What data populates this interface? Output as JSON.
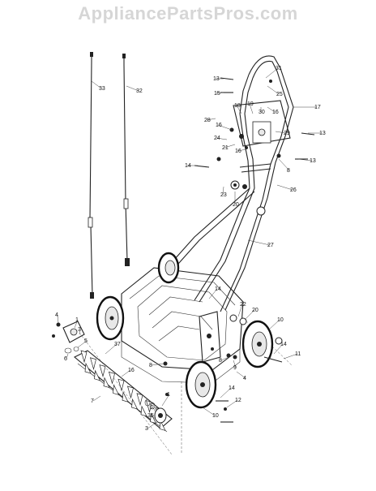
{
  "watermark": "AppliancePartsPros.com",
  "callouts": [
    {
      "id": "c33",
      "text": "33"
    },
    {
      "id": "c32",
      "text": "32"
    },
    {
      "id": "c31",
      "text": "31"
    },
    {
      "id": "c13a",
      "text": "13"
    },
    {
      "id": "c15",
      "text": "15"
    },
    {
      "id": "c25",
      "text": "25"
    },
    {
      "id": "c18",
      "text": "18"
    },
    {
      "id": "c19",
      "text": "19"
    },
    {
      "id": "c30",
      "text": "30"
    },
    {
      "id": "c16a",
      "text": "16"
    },
    {
      "id": "c17",
      "text": "17"
    },
    {
      "id": "c28",
      "text": "28"
    },
    {
      "id": "c16b",
      "text": "16"
    },
    {
      "id": "c29",
      "text": "29"
    },
    {
      "id": "c13b",
      "text": "13"
    },
    {
      "id": "c24",
      "text": "24"
    },
    {
      "id": "c21",
      "text": "21"
    },
    {
      "id": "c16c",
      "text": "16"
    },
    {
      "id": "c13c",
      "text": "13"
    },
    {
      "id": "c8a",
      "text": "8"
    },
    {
      "id": "c14a",
      "text": "14"
    },
    {
      "id": "c23",
      "text": "23"
    },
    {
      "id": "c20a",
      "text": "20"
    },
    {
      "id": "c26",
      "text": "26"
    },
    {
      "id": "c27",
      "text": "27"
    },
    {
      "id": "c14b",
      "text": "14"
    },
    {
      "id": "c22",
      "text": "22"
    },
    {
      "id": "c20b",
      "text": "20"
    },
    {
      "id": "c10a",
      "text": "10"
    },
    {
      "id": "c4a",
      "text": "4"
    },
    {
      "id": "c1a",
      "text": "1"
    },
    {
      "id": "c3a",
      "text": "3"
    },
    {
      "id": "c5",
      "text": "5"
    },
    {
      "id": "c6",
      "text": "6"
    },
    {
      "id": "c37",
      "text": "37"
    },
    {
      "id": "c14c",
      "text": "14"
    },
    {
      "id": "c11",
      "text": "11"
    },
    {
      "id": "c16d",
      "text": "16"
    },
    {
      "id": "c8b",
      "text": "8"
    },
    {
      "id": "c8c",
      "text": "8"
    },
    {
      "id": "c9",
      "text": "9"
    },
    {
      "id": "c4b",
      "text": "4"
    },
    {
      "id": "c7",
      "text": "7"
    },
    {
      "id": "c14d",
      "text": "14"
    },
    {
      "id": "c12",
      "text": "12"
    },
    {
      "id": "c1b",
      "text": "1"
    },
    {
      "id": "c2",
      "text": "2"
    },
    {
      "id": "c35",
      "text": "35"
    },
    {
      "id": "c3b",
      "text": "3"
    },
    {
      "id": "c10b",
      "text": "10"
    }
  ]
}
